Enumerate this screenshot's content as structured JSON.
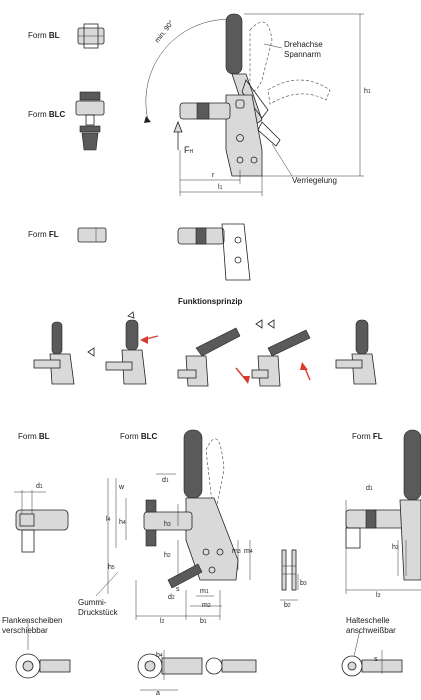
{
  "forms_top": {
    "bl": {
      "prefix": "Form ",
      "code": "BL"
    },
    "blc": {
      "prefix": "Form ",
      "code": "BLC"
    },
    "fl": {
      "prefix": "Form ",
      "code": "FL"
    }
  },
  "main_drawing": {
    "angle_label": "min. 90°",
    "pivot_label_line1": "Drehachse",
    "pivot_label_line2": "Spannarm",
    "lock_label": "Verriegelung",
    "force_label": "F",
    "force_sub": "H",
    "dim_r": "r",
    "dim_l1": "l",
    "dim_l1_sub": "1",
    "dim_h1": "h",
    "dim_h1_sub": "1"
  },
  "principle": {
    "title": "Funktionsprinzip"
  },
  "forms_bottom": {
    "bl": {
      "prefix": "Form ",
      "code": "BL"
    },
    "blc": {
      "prefix": "Form ",
      "code": "BLC"
    },
    "fl": {
      "prefix": "Form ",
      "code": "FL"
    }
  },
  "bottom_dims": {
    "d1": "d",
    "d1_sub": "1",
    "w": "w",
    "l4": "l",
    "l4_sub": "4",
    "h4": "h",
    "h4_sub": "4",
    "h3": "h",
    "h3_sub": "3",
    "h2": "h",
    "h2_sub": "2",
    "h5": "h",
    "h5_sub": "5",
    "s": "s",
    "d2": "d",
    "d2_sub": "2",
    "m1": "m",
    "m1_sub": "1",
    "m2": "m",
    "m2_sub": "2",
    "m3": "m",
    "m3_sub": "3",
    "m4": "m",
    "m4_sub": "4",
    "l2": "l",
    "l2_sub": "2",
    "b1": "b",
    "b1_sub": "1",
    "b2": "b",
    "b2_sub": "2",
    "b3": "b",
    "b3_sub": "3",
    "l3": "l",
    "l3_sub": "3",
    "b4": "b",
    "b4_sub": "4",
    "a": "a"
  },
  "notes": {
    "rubber_line1": "Gummi-",
    "rubber_line2": "Druckstück",
    "washers_line1": "Flankenscheiben",
    "washers_line2": "verschiebbar",
    "bracket_line1": "Halteschelle",
    "bracket_line2": "anschweißbar"
  }
}
